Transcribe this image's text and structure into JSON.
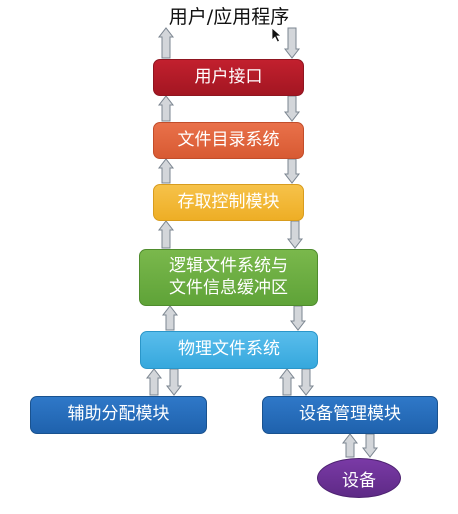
{
  "title": "用户/应用程序",
  "boxes": {
    "user_interface": "用户接口",
    "file_directory": "文件目录系统",
    "access_control": "存取控制模块",
    "logical_fs_line1": "逻辑文件系统与",
    "logical_fs_line2": "文件信息缓冲区",
    "physical_fs": "物理文件系统",
    "aux_alloc": "辅助分配模块",
    "device_mgmt": "设备管理模块",
    "device": "设备"
  },
  "colors": {
    "user_interface": "#b51b27",
    "file_directory": "#e0663e",
    "access_control": "#f2b833",
    "logical_fs": "#6cae41",
    "physical_fs": "#45b2e4",
    "aux_alloc": "#266dbb",
    "device_mgmt": "#266dbb",
    "device": "#6b3296",
    "arrow_fill": "#d3d6da",
    "arrow_stroke": "#7b8590"
  }
}
